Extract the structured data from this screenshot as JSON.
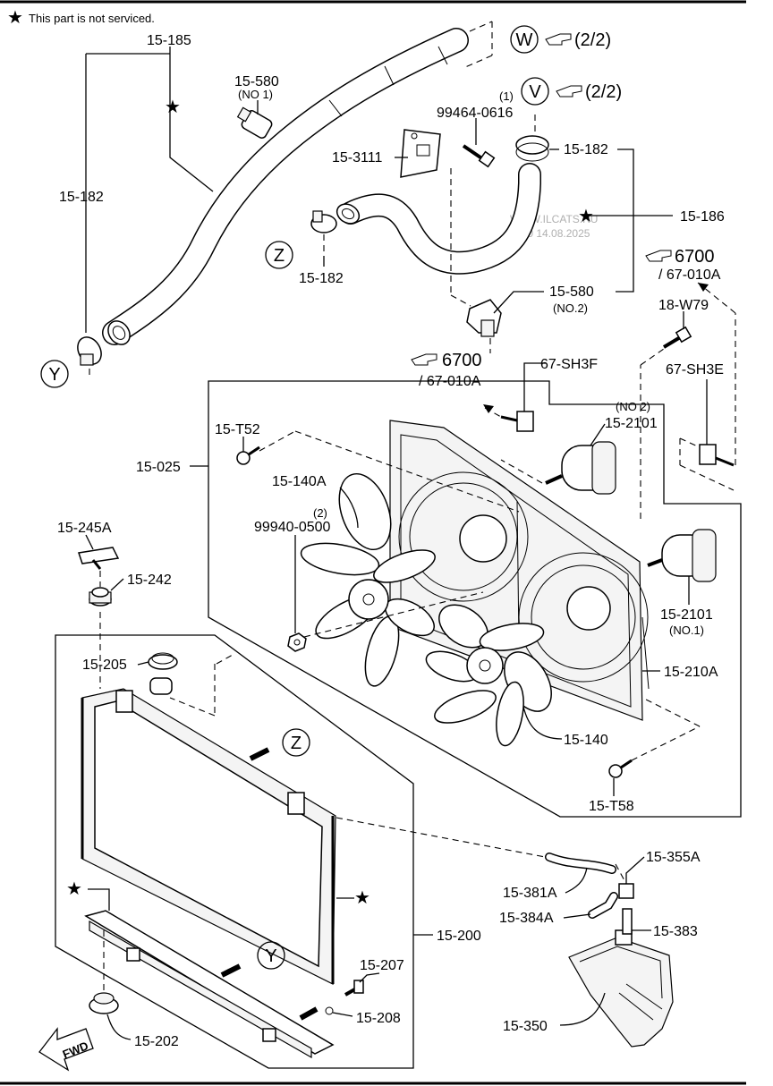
{
  "header": {
    "star": "★",
    "note": "This part is not serviced."
  },
  "watermark": {
    "site": "WWW.ILCATS.RU",
    "timestamp": "12:20 14.08.2025"
  },
  "refs": {
    "w": {
      "letter": "W",
      "text": "(2/2)"
    },
    "v": {
      "letter": "V",
      "text": "(2/2)"
    },
    "ref1": {
      "num": "6700",
      "sub": "/ 67-010A"
    },
    "ref2": {
      "num": "6700",
      "sub": "/ 67-010A"
    }
  },
  "circles": {
    "y1": "Y",
    "z1": "Z",
    "z2": "Z",
    "y2": "Y"
  },
  "stars": {
    "s1": "★",
    "s2": "★",
    "s3": "★",
    "s4": "★"
  },
  "labels": {
    "p15_185": "15-185",
    "p15_580a": "15-580",
    "p15_580a_note": "(NO 1)",
    "p99464": "99464-0616",
    "p99464_qty": "(1)",
    "p15_3111": "15-3111",
    "p15_182a": "15-182",
    "p15_182b": "15-182",
    "p15_182c": "15-182",
    "p15_186": "15-186",
    "p15_580b": "15-580",
    "p15_580b_note": "(NO.2)",
    "p18_w79": "18-W79",
    "p67_sh3f": "67-SH3F",
    "p67_sh3e": "67-SH3E",
    "p15_2101a_note": "(NO 2)",
    "p15_2101a": "15-2101",
    "p15_t52": "15-T52",
    "p15_025": "15-025",
    "p15_140a": "15-140A",
    "p99940_qty": "(2)",
    "p99940": "99940-0500",
    "p15_245a": "15-245A",
    "p15_242": "15-242",
    "p15_2101b": "15-2101",
    "p15_2101b_note": "(NO.1)",
    "p15_205": "15-205",
    "p15_210a": "15-210A",
    "p15_140": "15-140",
    "p15_t58": "15-T58",
    "p15_355a": "15-355A",
    "p15_381a": "15-381A",
    "p15_384a": "15-384A",
    "p15_383": "15-383",
    "p15_200": "15-200",
    "p15_207": "15-207",
    "p15_208": "15-208",
    "p15_350": "15-350",
    "p15_202": "15-202",
    "fwd": "FWD"
  }
}
